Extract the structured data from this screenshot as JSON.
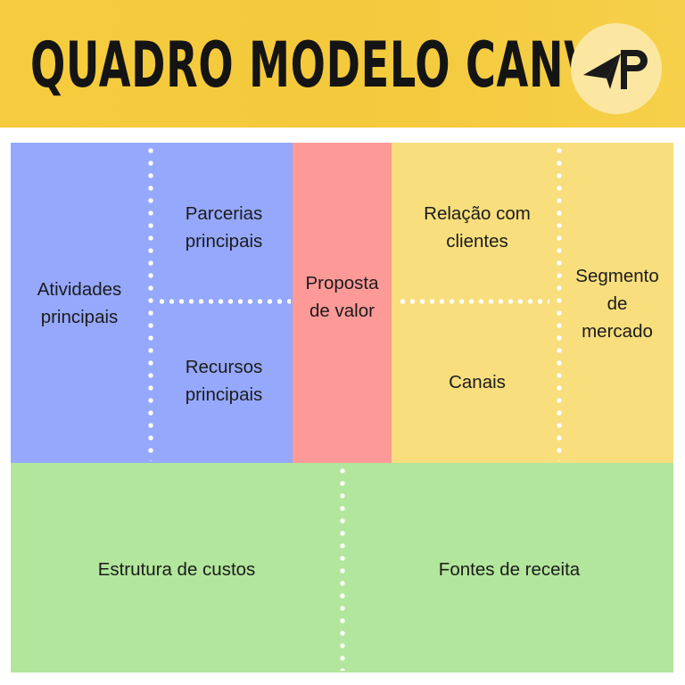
{
  "header": {
    "title": "QUADRO MODELO CANVAS",
    "logo_text": "AP"
  },
  "canvas": {
    "atividades": "Atividades principais",
    "parcerias": "Parcerias principais",
    "recursos": "Recursos principais",
    "proposta": "Proposta de valor",
    "relacao": "Relação com clientes",
    "canais": "Canais",
    "segmento": "Segmento de mercado",
    "custos": "Estrutura de custos",
    "receita": "Fontes de receita"
  },
  "colors": {
    "header": "#f4c93c",
    "blue": "#95a8fc",
    "red": "#fd9a98",
    "yellow": "#f8de7d",
    "green": "#b2e69c"
  }
}
